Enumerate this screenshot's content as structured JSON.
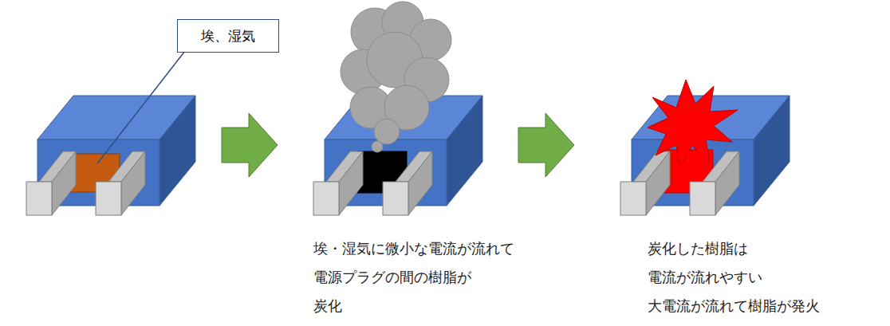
{
  "diagram": {
    "nodes": [
      {
        "text": [
          "埃、湿気"
        ]
      }
    ],
    "labels": [
      "埃・湿気に微小な電流が流れて",
      "電源プラグの間の樹脂が",
      "炭化",
      "炭化した樹脂は",
      "電流が流れやすい",
      "大電流が流れて樹脂が発火"
    ]
  }
}
